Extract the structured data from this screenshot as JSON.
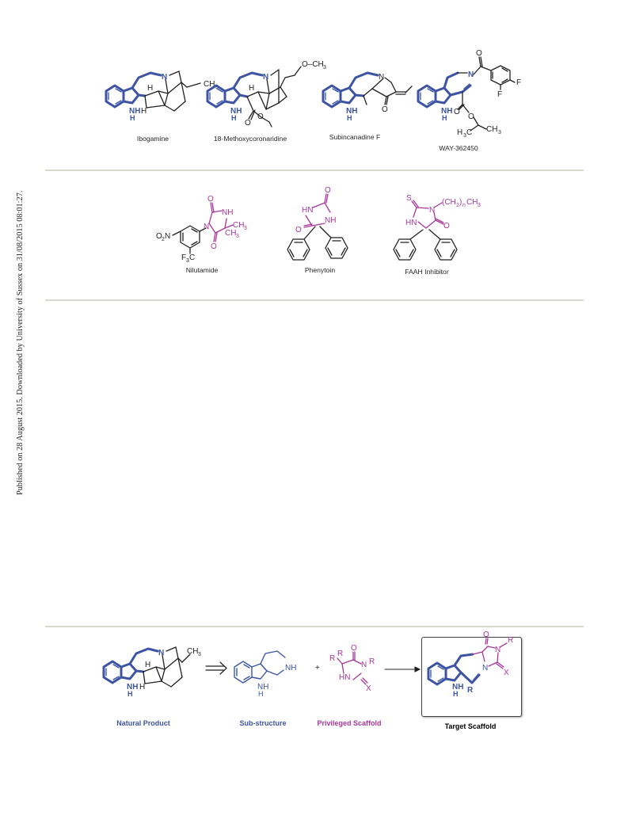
{
  "side_note": "Published on 28 August 2015. Downloaded by University of Sussex on 31/08/2015 08:01:27.",
  "panel_top": {
    "compounds": [
      {
        "name": "Ibogamine"
      },
      {
        "name": "18-Methoxycoronaridine"
      },
      {
        "name": "Subincanadine F"
      },
      {
        "name": "WAY-362450"
      }
    ]
  },
  "panel_middle": {
    "compounds": [
      {
        "name": "Nilutamide"
      },
      {
        "name": "Phenytoin"
      },
      {
        "name": "FAAH Inhibitor"
      }
    ]
  },
  "panel_bottom": {
    "natural_product": "Natural Product",
    "sub_structure": "Sub-structure",
    "privileged_scaffold": "Privileged Scaffold",
    "target_scaffold": "Target Scaffold"
  },
  "atoms": {
    "N": "N",
    "H": "H",
    "O": "O",
    "S": "S",
    "F": "F",
    "X": "X",
    "R": "R",
    "NH": "NH",
    "HN": "HN",
    "CH3": "CH",
    "sub3": "3",
    "O_CH3": "O–CH",
    "H3C": "H",
    "sub3b": "3",
    "C": "C",
    "O2N": "O",
    "sub2": "2",
    "N_small": "N",
    "F3C": "F",
    "sub3c": "3",
    "C2": "C",
    "CH2nCH3": "(CH",
    "sub2b": "2",
    "paren_n": ")",
    "n": "n",
    "CH3b": "CH",
    "sub3d": "3",
    "plus": "+"
  },
  "colors": {
    "blue": "#3d54a4",
    "purple": "#a8369c",
    "black": "#231f20",
    "rule": "#d8d8cf"
  }
}
